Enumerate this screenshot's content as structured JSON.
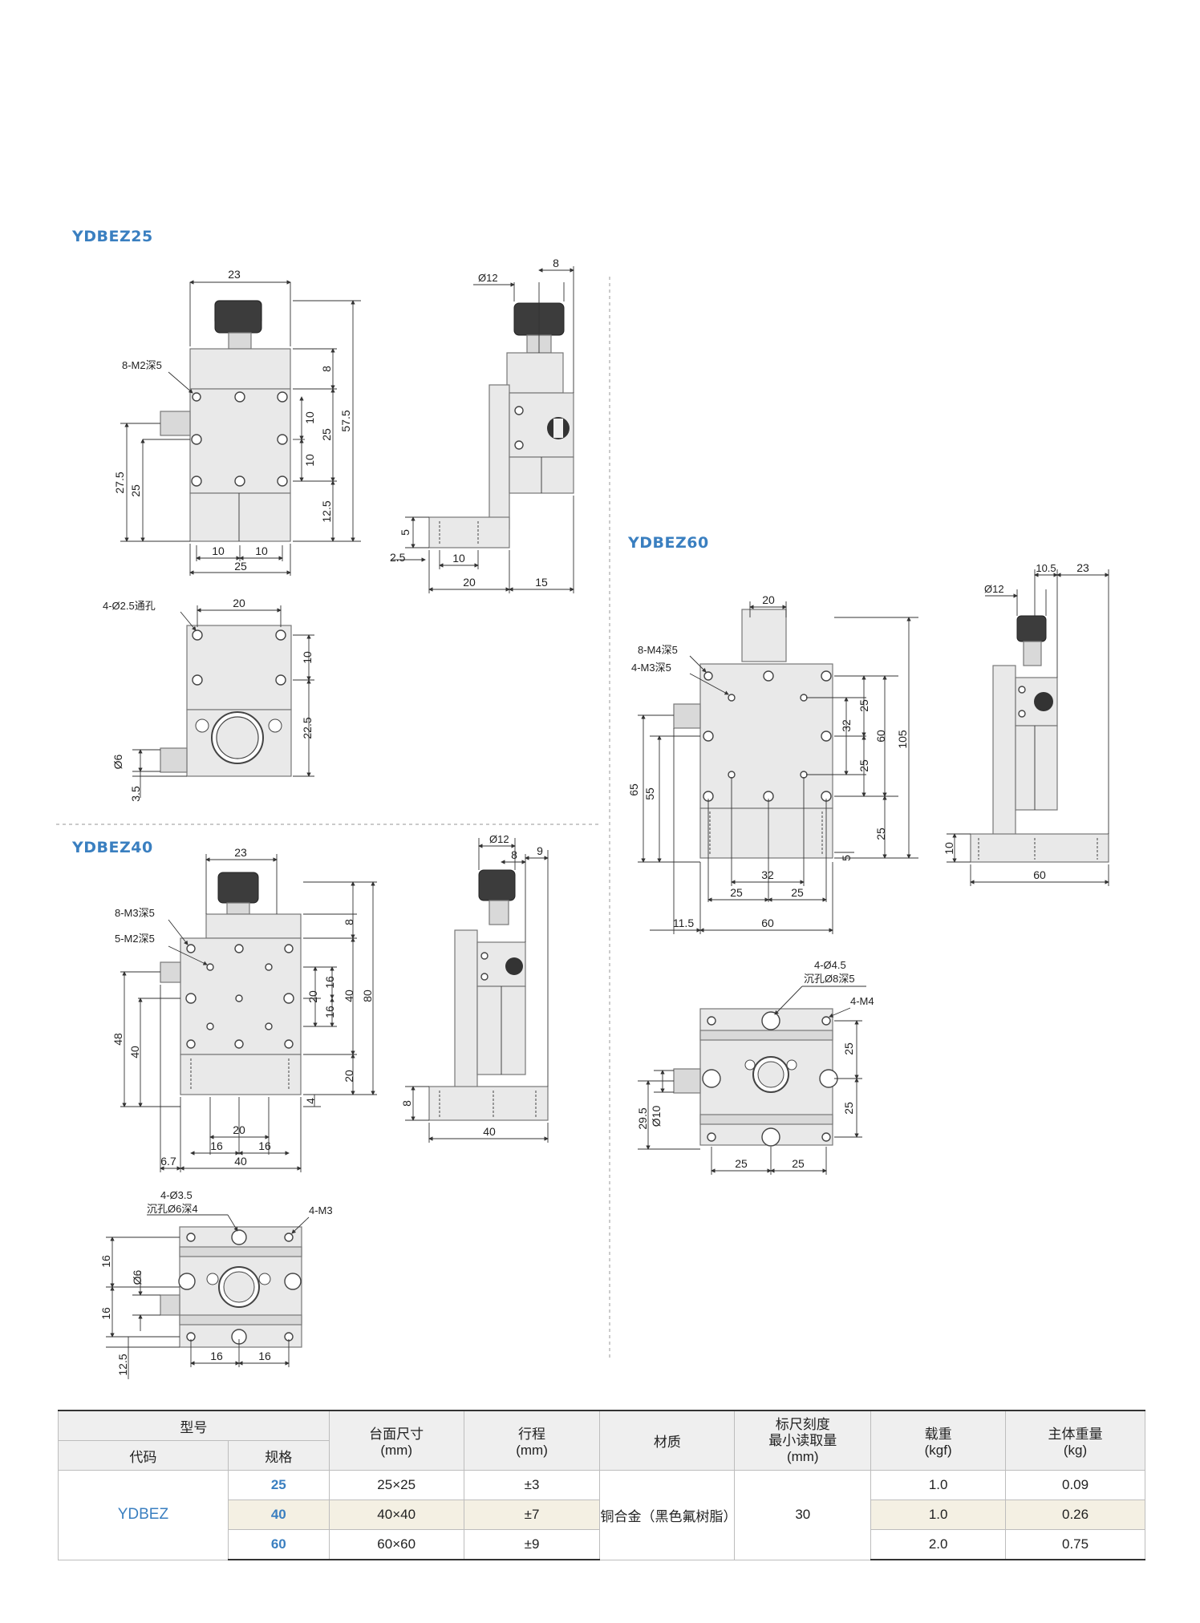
{
  "sections": {
    "ydbez25": {
      "title": "YDBEZ25",
      "front": {
        "top": "23",
        "callout": "8-M2深5",
        "r1": "8",
        "r2": "10",
        "r3": "10",
        "r4": "25",
        "r5": "57.5",
        "r6": "12.5",
        "l1": "27.5",
        "l2": "25",
        "b1": "10",
        "b2": "10",
        "b3": "25"
      },
      "side": {
        "dia": "Ø12",
        "t": "8",
        "v1": "5",
        "v2": "2.5",
        "h1": "10",
        "h2": "20",
        "h3": "15"
      },
      "bottom": {
        "callout": "4-Ø2.5通孔",
        "w": "20",
        "r1": "10",
        "r2": "22.5",
        "l1": "Ø6",
        "l2": "3.5"
      }
    },
    "ydbez40": {
      "title": "YDBEZ40",
      "front": {
        "top": "23",
        "c1": "8-M3深5",
        "c2": "5-M2深5",
        "r1": "8",
        "r2": "16",
        "r3": "20",
        "r4": "16",
        "r5": "40",
        "r6": "80",
        "r7": "20",
        "r8": "4",
        "l1": "48",
        "l2": "40",
        "b1": "20",
        "b2": "16",
        "b3": "16",
        "b4": "6.7",
        "b5": "40"
      },
      "side": {
        "dia": "Ø12",
        "t1": "8",
        "t2": "9",
        "v1": "8",
        "h1": "40"
      },
      "bottom": {
        "c1": "4-Ø3.5",
        "c2": "沉孔Ø6深4",
        "c3": "4-M3",
        "l1": "16",
        "l2": "Ø6",
        "l3": "16",
        "l4": "12.5",
        "b1": "16",
        "b2": "16"
      }
    },
    "ydbez60": {
      "title": "YDBEZ60",
      "front": {
        "top": "20",
        "c1": "8-M4深5",
        "c2": "4-M3深5",
        "r1": "25",
        "r2": "32",
        "r3": "25",
        "r4": "60",
        "r5": "105",
        "r6": "25",
        "r7": "5",
        "l1": "65",
        "l2": "55",
        "b1": "32",
        "b2": "25",
        "b3": "25",
        "b4": "11.5",
        "b5": "60"
      },
      "side": {
        "dia": "Ø12",
        "t1": "10.5",
        "t2": "23",
        "v1": "10",
        "h1": "60"
      },
      "bottom": {
        "c1": "4-Ø4.5",
        "c2": "沉孔Ø8深5",
        "c3": "4-M4",
        "r1": "25",
        "r2": "25",
        "l1": "29.5",
        "l2": "Ø10",
        "b1": "25",
        "b2": "25"
      }
    }
  },
  "table": {
    "header": {
      "model": "型号",
      "code": "代码",
      "spec": "规格",
      "table_size": "台面尺寸",
      "table_size_unit": "(mm)",
      "travel": "行程",
      "travel_unit": "(mm)",
      "material": "材质",
      "scale_l1": "标尺刻度",
      "scale_l2": "最小读取量",
      "scale_unit": "(mm)",
      "load": "载重",
      "load_unit": "(kgf)",
      "weight": "主体重量",
      "weight_unit": "(kg)"
    },
    "code": "YDBEZ",
    "material": "铜合金（黑色氟树脂）",
    "scale": "30",
    "rows": [
      {
        "size": "25",
        "table_size": "25×25",
        "travel": "±3",
        "load": "1.0",
        "weight": "0.09"
      },
      {
        "size": "40",
        "table_size": "40×40",
        "travel": "±7",
        "load": "1.0",
        "weight": "0.26"
      },
      {
        "size": "60",
        "table_size": "60×60",
        "travel": "±9",
        "load": "2.0",
        "weight": "0.75"
      }
    ]
  },
  "colors": {
    "accent": "#3a7fc0",
    "highlight_row": "#f4f0e3"
  }
}
